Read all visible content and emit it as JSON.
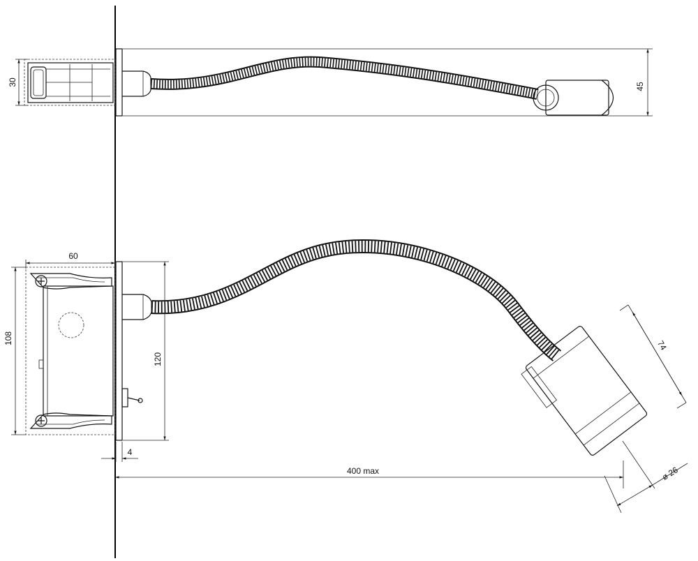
{
  "dimensions": {
    "top_height": "30",
    "top_depth": "45",
    "box_width": "60",
    "box_height": "108",
    "plate_height": "120",
    "plate_thickness": "4",
    "reach": "400 max",
    "head_length": "74",
    "head_diameter": "ø 26"
  }
}
